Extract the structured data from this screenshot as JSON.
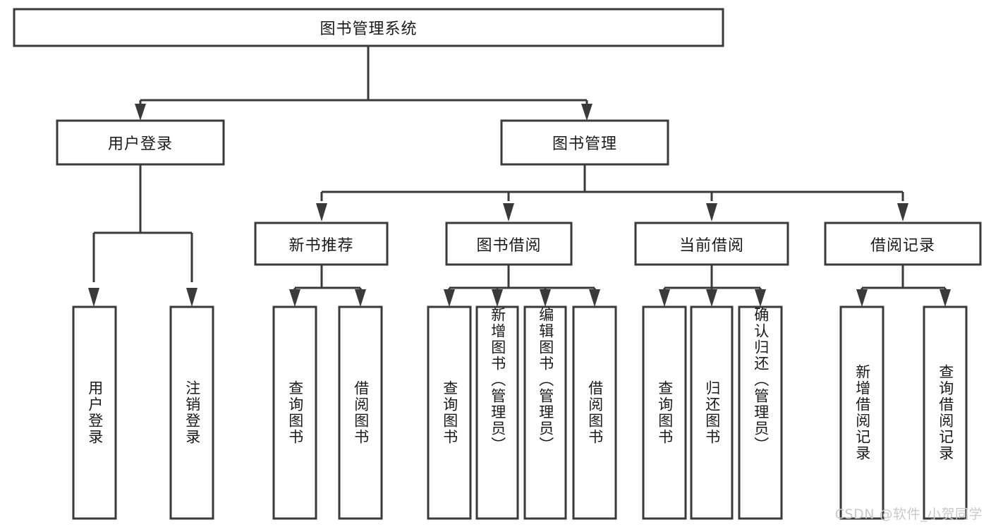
{
  "diagram": {
    "type": "tree-hierarchy",
    "orientation": "top-down",
    "title": "图书管理系统",
    "colors": {
      "stroke": "#3a3a3a",
      "fill": "#ffffff",
      "text": "#1a1a1a",
      "watermark": "#c9c9c9",
      "background": "#ffffff"
    },
    "levels": [
      {
        "level": 1,
        "nodes": [
          {
            "id": "root",
            "label": "图书管理系统",
            "orientation": "horizontal"
          }
        ]
      },
      {
        "level": 2,
        "nodes": [
          {
            "id": "login",
            "label": "用户登录",
            "orientation": "horizontal",
            "parent": "root"
          },
          {
            "id": "bookmgmt",
            "label": "图书管理",
            "orientation": "horizontal",
            "parent": "root"
          }
        ]
      },
      {
        "level": 3,
        "nodes": [
          {
            "id": "newbook",
            "label": "新书推荐",
            "orientation": "horizontal",
            "parent": "bookmgmt"
          },
          {
            "id": "borrow",
            "label": "图书借阅",
            "orientation": "horizontal",
            "parent": "bookmgmt"
          },
          {
            "id": "current",
            "label": "当前借阅",
            "orientation": "horizontal",
            "parent": "bookmgmt"
          },
          {
            "id": "records",
            "label": "借阅记录",
            "orientation": "horizontal",
            "parent": "bookmgmt"
          }
        ]
      },
      {
        "level": 4,
        "nodes": [
          {
            "id": "leaf-1",
            "label": "用户登录",
            "orientation": "vertical",
            "parent": "login"
          },
          {
            "id": "leaf-2",
            "label": "注销登录",
            "orientation": "vertical",
            "parent": "login"
          },
          {
            "id": "leaf-3",
            "label": "查询图书",
            "orientation": "vertical",
            "parent": "newbook"
          },
          {
            "id": "leaf-4",
            "label": "借阅图书",
            "orientation": "vertical",
            "parent": "newbook"
          },
          {
            "id": "leaf-5",
            "label": "查询图书",
            "orientation": "vertical",
            "parent": "borrow"
          },
          {
            "id": "leaf-6",
            "label": "新增图书（管理员）",
            "orientation": "vertical",
            "parent": "borrow"
          },
          {
            "id": "leaf-7",
            "label": "编辑图书（管理员）",
            "orientation": "vertical",
            "parent": "borrow"
          },
          {
            "id": "leaf-8",
            "label": "借阅图书",
            "orientation": "vertical",
            "parent": "borrow"
          },
          {
            "id": "leaf-9",
            "label": "查询图书",
            "orientation": "vertical",
            "parent": "current"
          },
          {
            "id": "leaf-10",
            "label": "归还图书",
            "orientation": "vertical",
            "parent": "current"
          },
          {
            "id": "leaf-11",
            "label": "确认归还（管理员）",
            "orientation": "vertical",
            "parent": "current"
          },
          {
            "id": "leaf-12",
            "label": "新增借阅记录",
            "orientation": "vertical",
            "parent": "records"
          },
          {
            "id": "leaf-13",
            "label": "查询借阅记录",
            "orientation": "vertical",
            "parent": "records"
          }
        ]
      }
    ]
  },
  "watermark": {
    "text": "CSDN @软件_小贺同学"
  }
}
